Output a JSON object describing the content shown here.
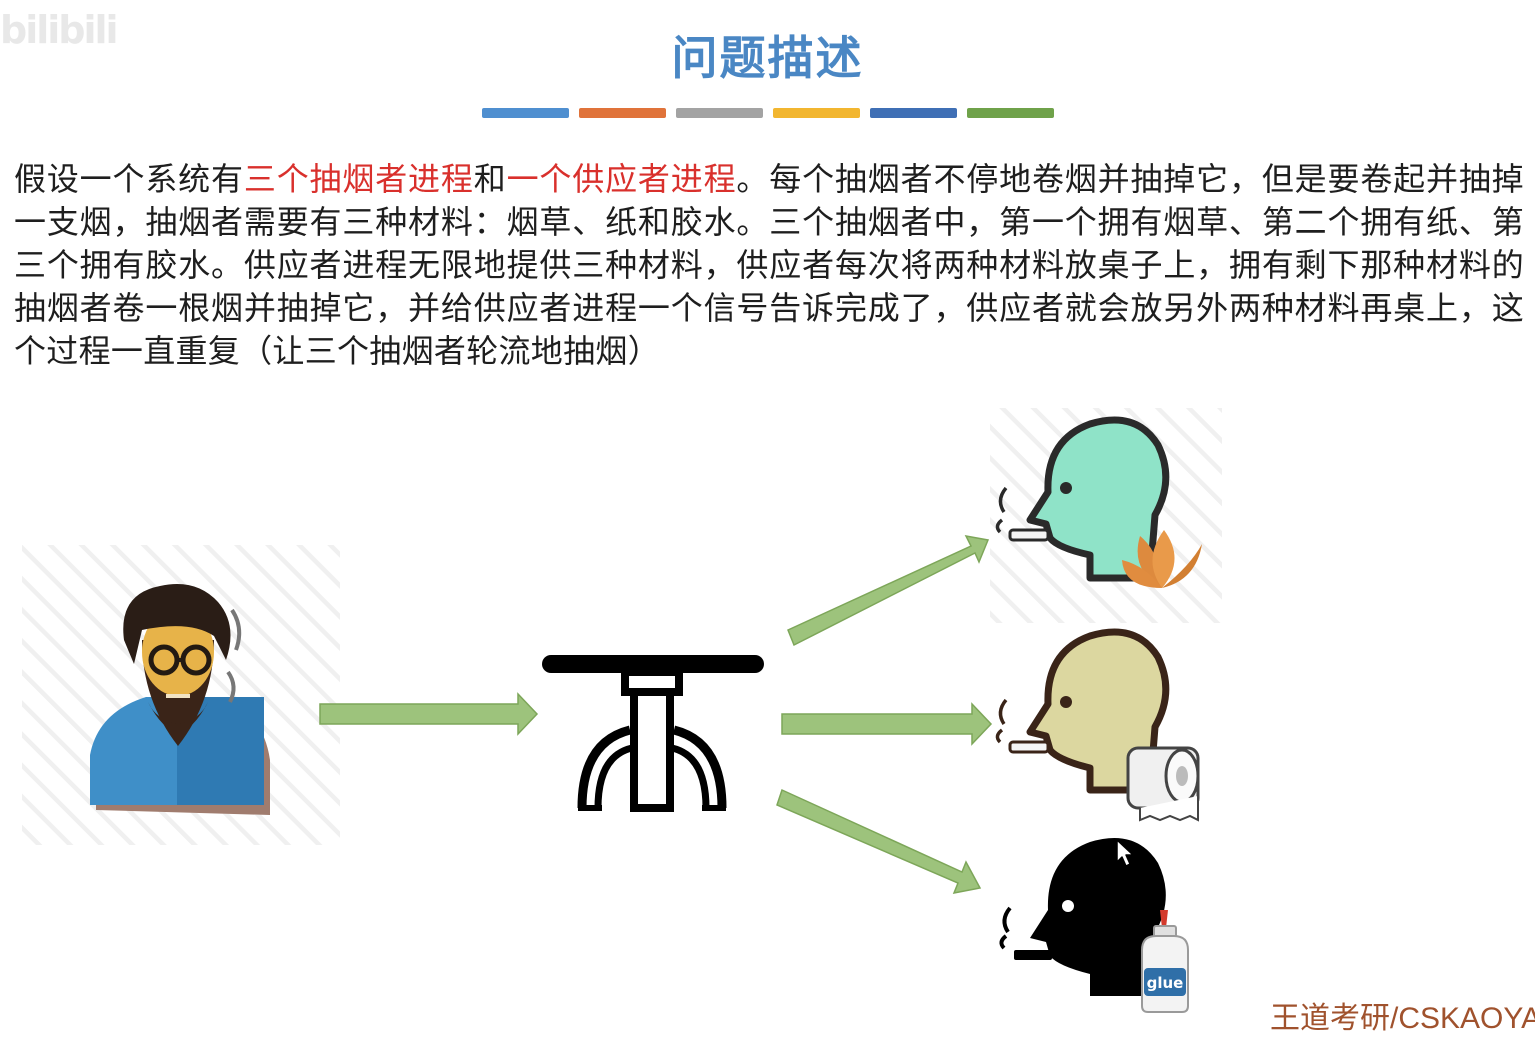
{
  "watermark": "bilibili",
  "title": "问题描述",
  "accent_bar_colors": [
    "#4f8fd0",
    "#e0733a",
    "#a3a3a3",
    "#f2b630",
    "#3f6fb5",
    "#6fa24a"
  ],
  "paragraph": [
    {
      "text": "假设一个系统有",
      "red": false
    },
    {
      "text": "三个抽烟者进程",
      "red": true
    },
    {
      "text": "和",
      "red": false
    },
    {
      "text": "一个供应者进程",
      "red": true
    },
    {
      "text": "。每个抽烟者不停地卷烟并抽掉它，但是要卷起并抽掉一支烟，抽烟者需要有三种材料：烟草、纸和胶水。三个抽烟者中，第一个拥有烟草、第二个拥有纸、第三个拥有胶水。供应者进程无限地提供三种材料，供应者每次将两种材料放桌子上，拥有剩下那种材料的抽烟者卷一根烟并抽掉它，并给供应者进程一个信号告诉完成了，供应者就会放另外两种材料再桌上，这个过程一直重复（让三个抽烟者轮流地抽烟）",
      "red": false
    }
  ],
  "highlight_color": "#d9302c",
  "arrow_color": "#9dc37c",
  "smoker_colors": [
    "#8fe3c8",
    "#dcd7a0",
    "#000000"
  ],
  "glue_label": "glue",
  "credit": "王道考研/CSKAOYAN"
}
